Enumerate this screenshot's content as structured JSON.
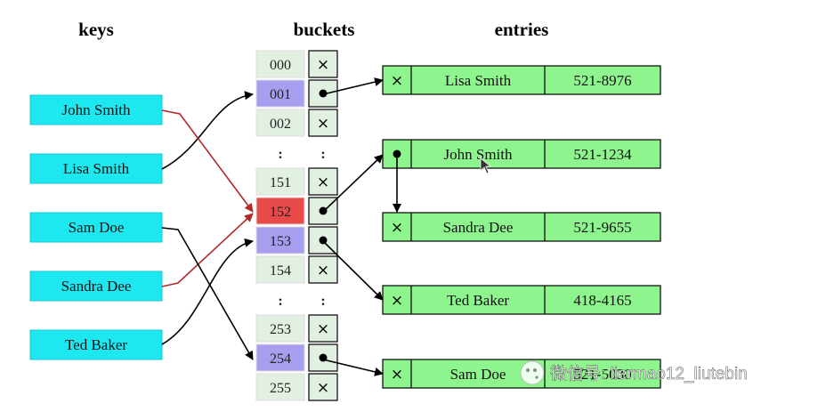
{
  "headers": {
    "keys": "keys",
    "buckets": "buckets",
    "entries": "entries"
  },
  "keys": [
    {
      "name": "John Smith"
    },
    {
      "name": "Lisa Smith"
    },
    {
      "name": "Sam Doe"
    },
    {
      "name": "Sandra Dee"
    },
    {
      "name": "Ted Baker"
    }
  ],
  "buckets": [
    {
      "label": "000",
      "kind": "empty"
    },
    {
      "label": "001",
      "kind": "pointer",
      "color": "#a79ef0"
    },
    {
      "label": "002",
      "kind": "empty"
    },
    {
      "label": ":",
      "kind": "ellipsis"
    },
    {
      "label": "151",
      "kind": "empty"
    },
    {
      "label": "152",
      "kind": "pointer",
      "color": "#e84a4a"
    },
    {
      "label": "153",
      "kind": "pointer",
      "color": "#a79ef0"
    },
    {
      "label": "154",
      "kind": "empty"
    },
    {
      "label": ":",
      "kind": "ellipsis"
    },
    {
      "label": "253",
      "kind": "empty"
    },
    {
      "label": "254",
      "kind": "pointer",
      "color": "#a79ef0"
    },
    {
      "label": "255",
      "kind": "empty"
    }
  ],
  "entries": [
    {
      "name": "Lisa Smith",
      "phone": "521-8976",
      "next": "×"
    },
    {
      "name": "John Smith",
      "phone": "521-1234",
      "next": "•"
    },
    {
      "name": "Sandra Dee",
      "phone": "521-9655",
      "next": "×"
    },
    {
      "name": "Ted Baker",
      "phone": "418-4165",
      "next": "×"
    },
    {
      "name": "Sam Doe",
      "phone": "521-5030",
      "next": "×"
    }
  ],
  "colors": {
    "key_fill": "#1ee8ef",
    "bucket_default": "#e2f0e2",
    "entry_fill": "#8ef58e",
    "collision_arrow": "#b02a2a"
  },
  "watermark": {
    "text": "微信号: liermao12_liutebin",
    "icon": "wechat-icon"
  }
}
